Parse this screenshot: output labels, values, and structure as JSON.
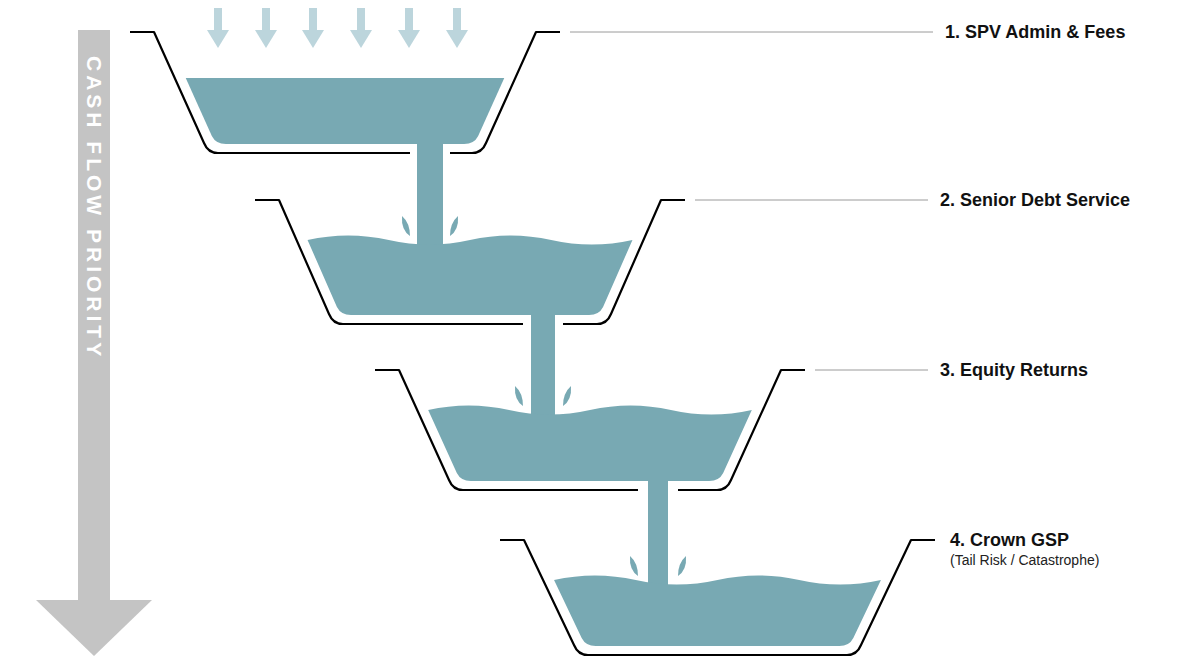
{
  "diagram": {
    "nodes": [
      {
        "text": [
          "1. SPV Admin & Fees"
        ]
      },
      {
        "text": [
          "2. Senior Debt Service"
        ]
      },
      {
        "text": [
          "3. Equity Returns"
        ]
      },
      {
        "text": [
          "4. Crown GSP",
          "(Tail Risk / Catastrophe)"
        ]
      }
    ],
    "edges": [
      {
        "from": 0,
        "to": 1,
        "arrow": "none"
      },
      {
        "from": 1,
        "to": 2,
        "arrow": "none"
      },
      {
        "from": 2,
        "to": 3,
        "arrow": "none"
      }
    ],
    "labels": [
      "CASH FLOW PRIORITY"
    ]
  }
}
